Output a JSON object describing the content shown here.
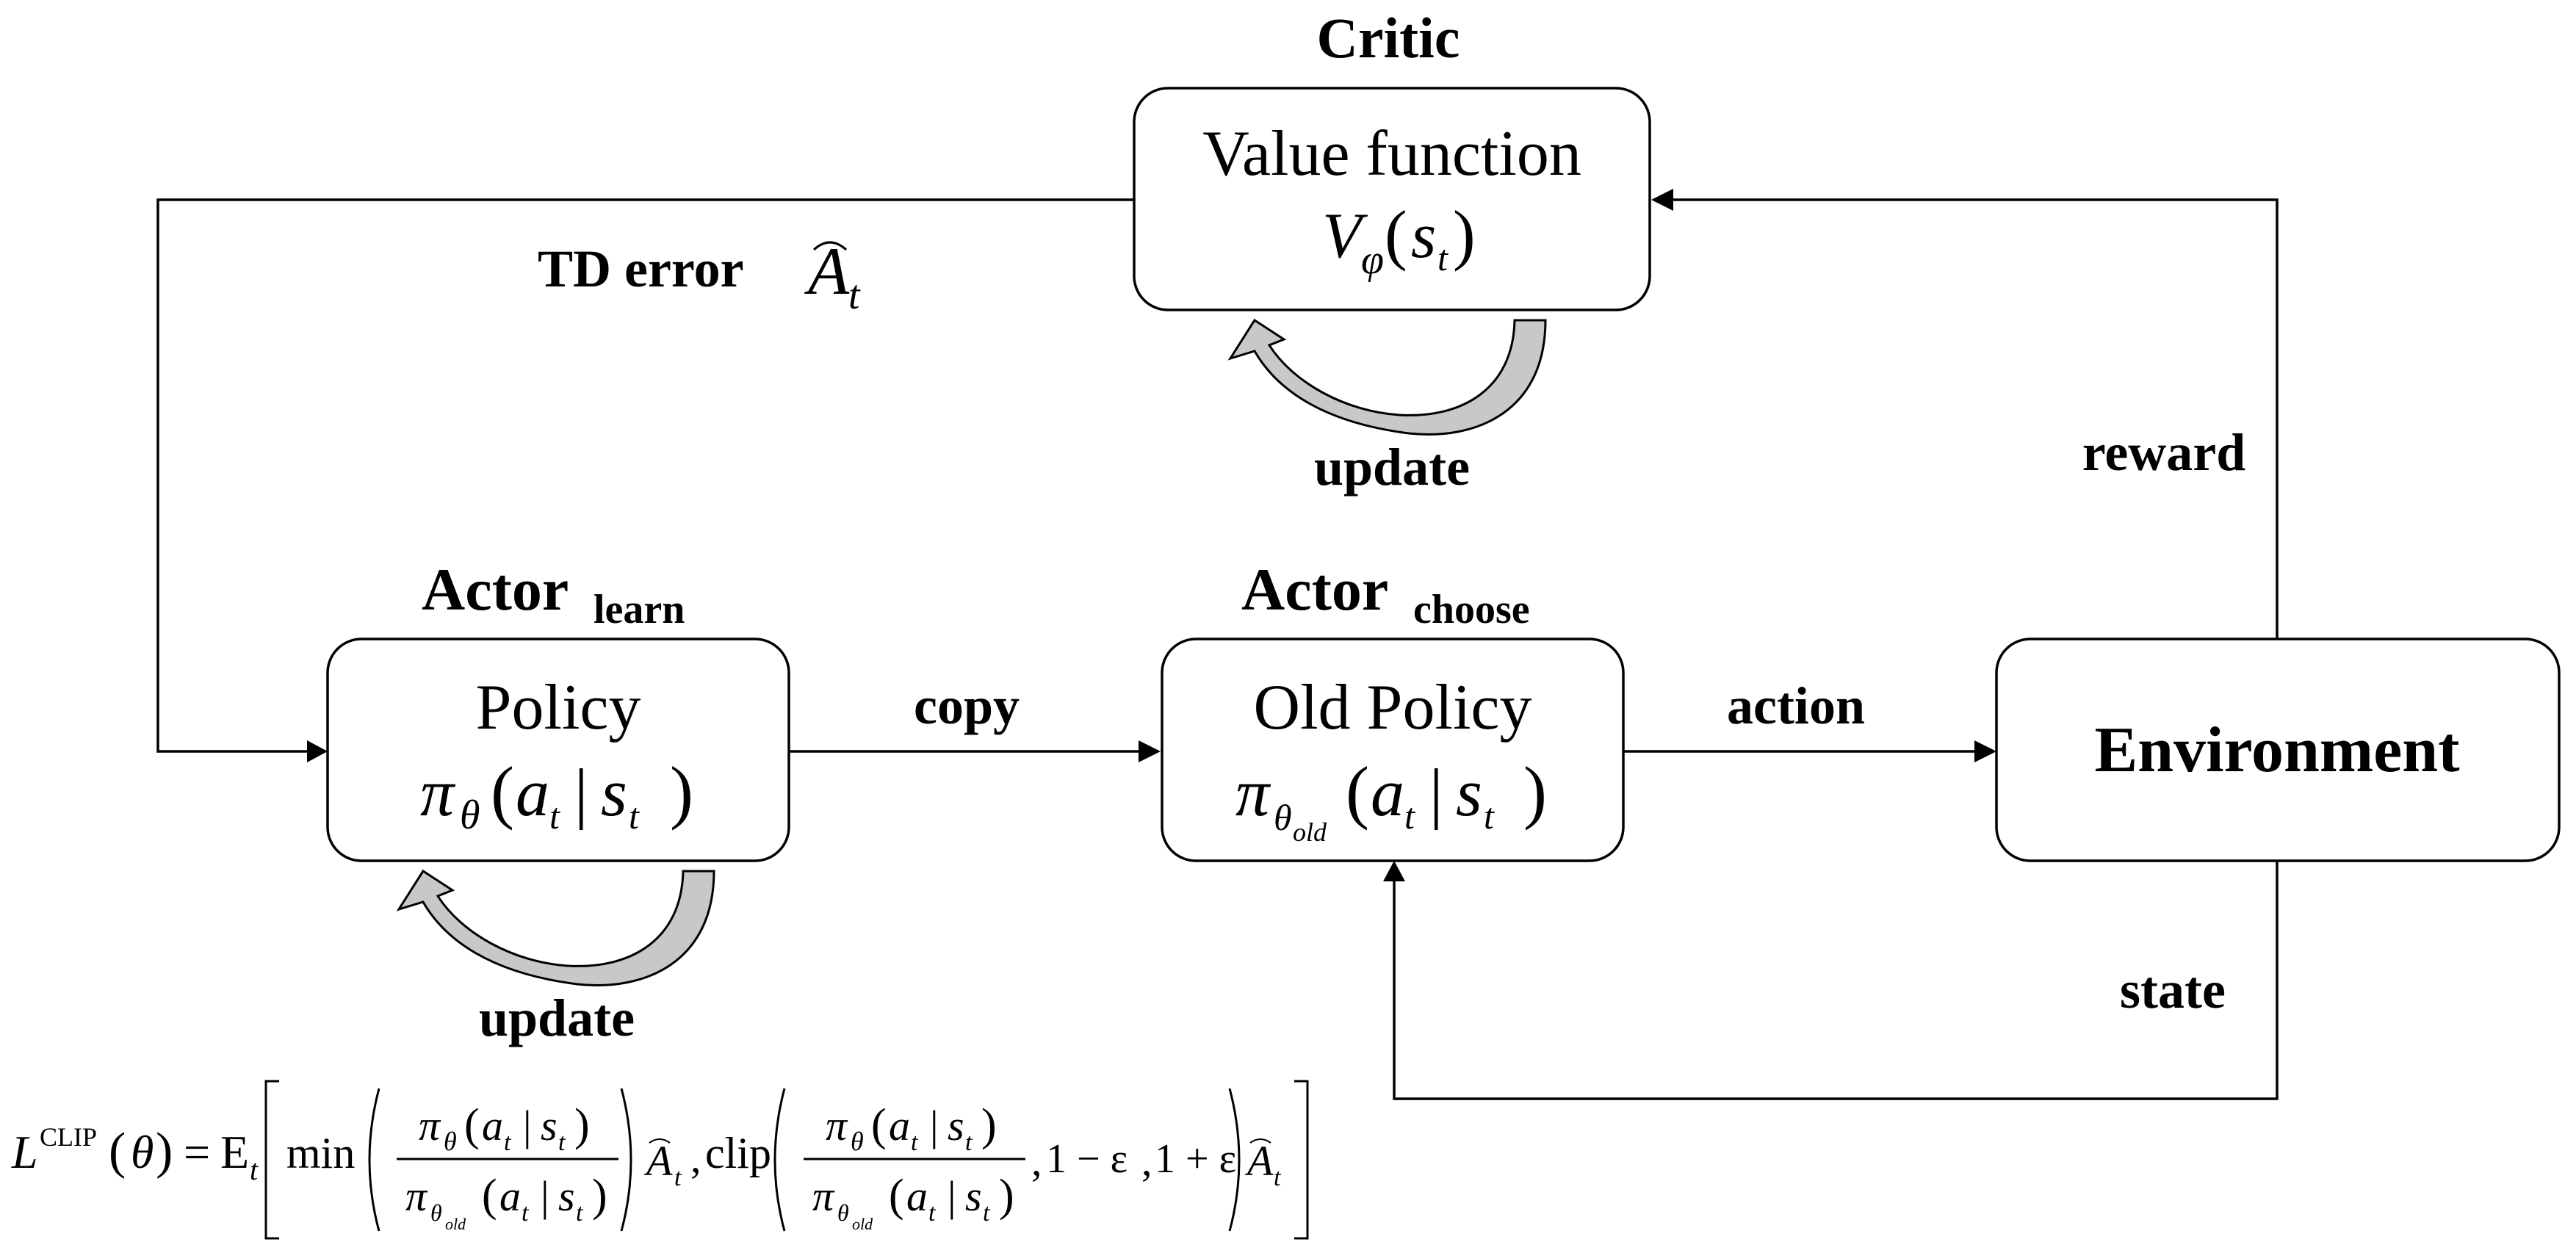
{
  "critic": {
    "heading": "Critic",
    "box_title": "Value function",
    "formula": {
      "symbol": "V",
      "sub": "φ",
      "arg": "s",
      "arg_sub": "t"
    },
    "update_label": "update"
  },
  "td_error": {
    "label": "TD error",
    "symbol": "A",
    "sub": "t"
  },
  "actor_learn": {
    "heading": "Actor",
    "heading_sub": "learn",
    "box_title": "Policy",
    "formula": {
      "pi": "π",
      "pi_sub": "θ",
      "a": "a",
      "a_sub": "t",
      "bar": "|",
      "s": "s",
      "s_sub": "t"
    },
    "update_label": "update"
  },
  "actor_choose": {
    "heading": "Actor",
    "heading_sub": "choose",
    "box_title": "Old Policy",
    "formula": {
      "pi": "π",
      "pi_sub": "θ",
      "pi_subsub": "old",
      "a": "a",
      "a_sub": "t",
      "bar": "|",
      "s": "s",
      "s_sub": "t"
    }
  },
  "environment": {
    "label": "Environment"
  },
  "edges": {
    "copy": "copy",
    "action": "action",
    "reward": "reward",
    "state": "state"
  },
  "loss": {
    "L": "L",
    "L_sup": "CLIP",
    "theta_arg": "θ",
    "equals": "=",
    "E": "E",
    "E_sub": "t",
    "min": "min",
    "pi": "π",
    "theta": "θ",
    "old": "old",
    "a": "a",
    "s": "s",
    "t": "t",
    "bar": "|",
    "A": "A",
    "comma": ",",
    "clip": "clip",
    "one_minus_eps": "1 − ε",
    "one_plus_eps": "1 + ε"
  }
}
